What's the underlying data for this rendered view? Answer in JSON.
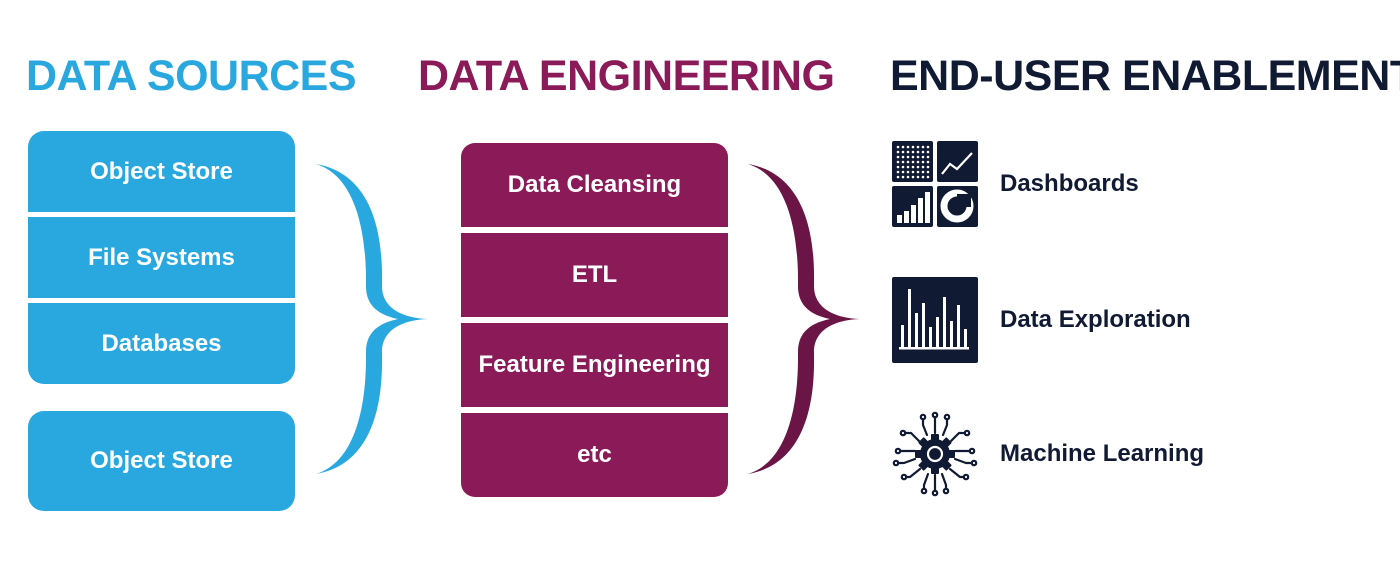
{
  "colors": {
    "sources": "#29a8e0",
    "engineering": "#8a1b58",
    "engineering_brace": "#6b1446",
    "enablement": "#111a33"
  },
  "headings": {
    "sources": "DATA SOURCES",
    "engineering": "DATA ENGINEERING",
    "enablement": "END-USER ENABLEMENT"
  },
  "data_sources": {
    "stack": [
      "Object Store",
      "File Systems",
      "Databases"
    ],
    "single": "Object Store"
  },
  "data_engineering": [
    "Data Cleansing",
    "ETL",
    "Feature Engineering",
    "etc"
  ],
  "enablement": [
    {
      "label": "Dashboards",
      "icon": "dashboard-icon"
    },
    {
      "label": "Data Exploration",
      "icon": "bar-chart-icon"
    },
    {
      "label": "Machine Learning",
      "icon": "gear-circuit-icon"
    }
  ]
}
